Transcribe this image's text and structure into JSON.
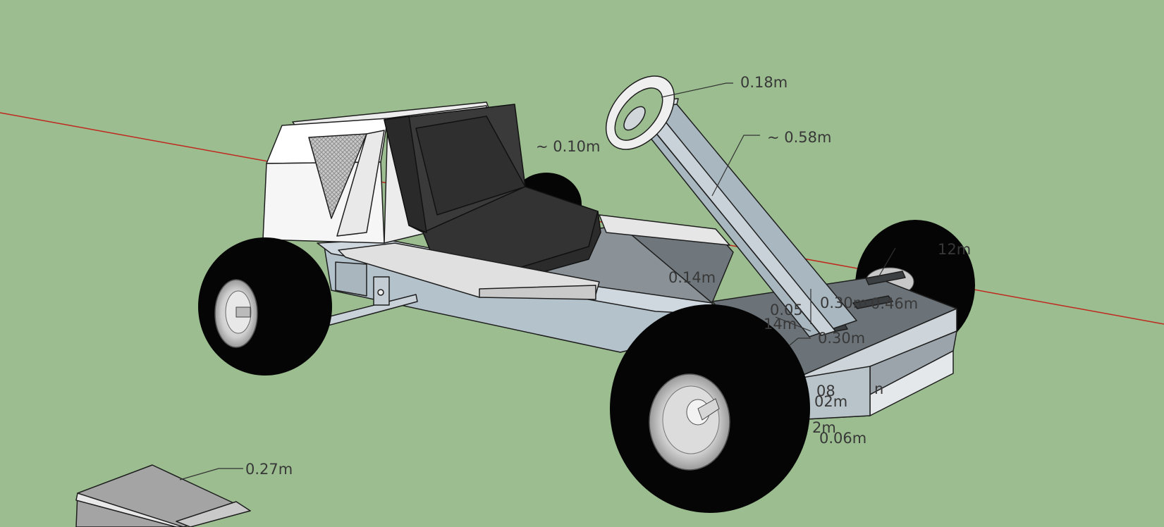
{
  "scene": {
    "background_color": "#9bbd8f",
    "axis_color": "#c0281e",
    "dimensions": {
      "steering_wheel_diameter": "0.18m",
      "steering_wheel_thickness": "~ 0.10m",
      "steering_column_length": "~ 0.58m",
      "right_wheel_label_partial": "12m",
      "floor_width": "0.14m",
      "front_a": "0.05",
      "front_b": "0.30m",
      "front_c": "0.46m",
      "front_d": "14m",
      "front_e": "0.30m",
      "front_f": "08",
      "front_g": "02m",
      "front_h": "2m",
      "front_i": "n",
      "front_bottom": "0.06m",
      "plate_width": "0.27m"
    }
  }
}
